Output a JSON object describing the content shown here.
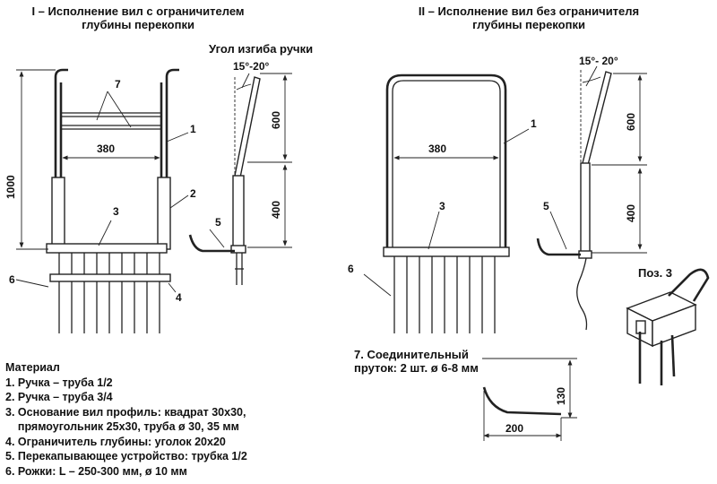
{
  "title_I": [
    "I – Исполнение вил с ограничителем",
    "глубины перекопки"
  ],
  "title_II": [
    "II – Исполнение вил без ограничителя",
    "глубины перекопки"
  ],
  "angle_caption": "Угол изгиба ручки",
  "angle_I": "15°-20°",
  "angle_II": "15°- 20°",
  "dims": {
    "height_total": "1000",
    "width": "380",
    "upper": "600",
    "lower": "400",
    "rod_height": "130",
    "rod_length": "200"
  },
  "callouts": {
    "c1": "1",
    "c2": "2",
    "c3": "3",
    "c4": "4",
    "c5": "5",
    "c6": "6",
    "c7": "7"
  },
  "pos3": "Поз. 3",
  "rod_note": [
    "7. Соединительный",
    "пруток: 2 шт. ø 6-8 мм"
  ],
  "materials": {
    "heading": "Материал",
    "items": [
      "1. Ручка – труба 1/2",
      "2. Ручка – труба 3/4",
      "3. Основание вил профиль: квадрат 30х30,",
      "    прямоугольник 25х30, труба ø 30, 35 мм",
      "4. Ограничитель глубины: уголок 20х20",
      "5. Перекапывающее устройство: трубка 1/2",
      "6. Рожки: L – 250-300 мм, ø 10 мм"
    ]
  }
}
